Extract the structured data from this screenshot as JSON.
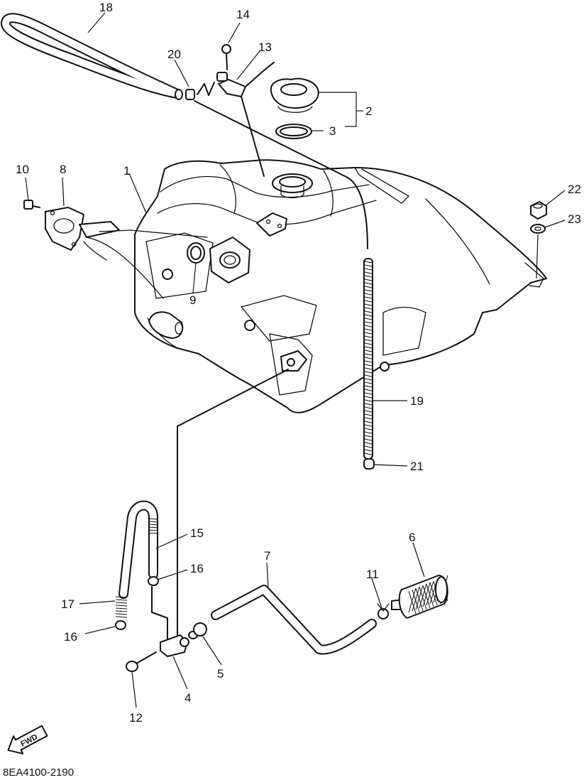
{
  "labels": {
    "p1": "1",
    "p2": "2",
    "p3": "3",
    "p4": "4",
    "p5": "5",
    "p6": "6",
    "p7": "7",
    "p8": "8",
    "p9": "9",
    "p10": "10",
    "p11": "11",
    "p12": "12",
    "p13": "13",
    "p14": "14",
    "p15": "15",
    "p16a": "16",
    "p16b": "16",
    "p17": "17",
    "p18": "18",
    "p19": "19",
    "p20": "20",
    "p21": "21",
    "p22": "22",
    "p23": "23"
  },
  "fwd_label": "FWD",
  "diagram_code": "8EA4100-2190"
}
